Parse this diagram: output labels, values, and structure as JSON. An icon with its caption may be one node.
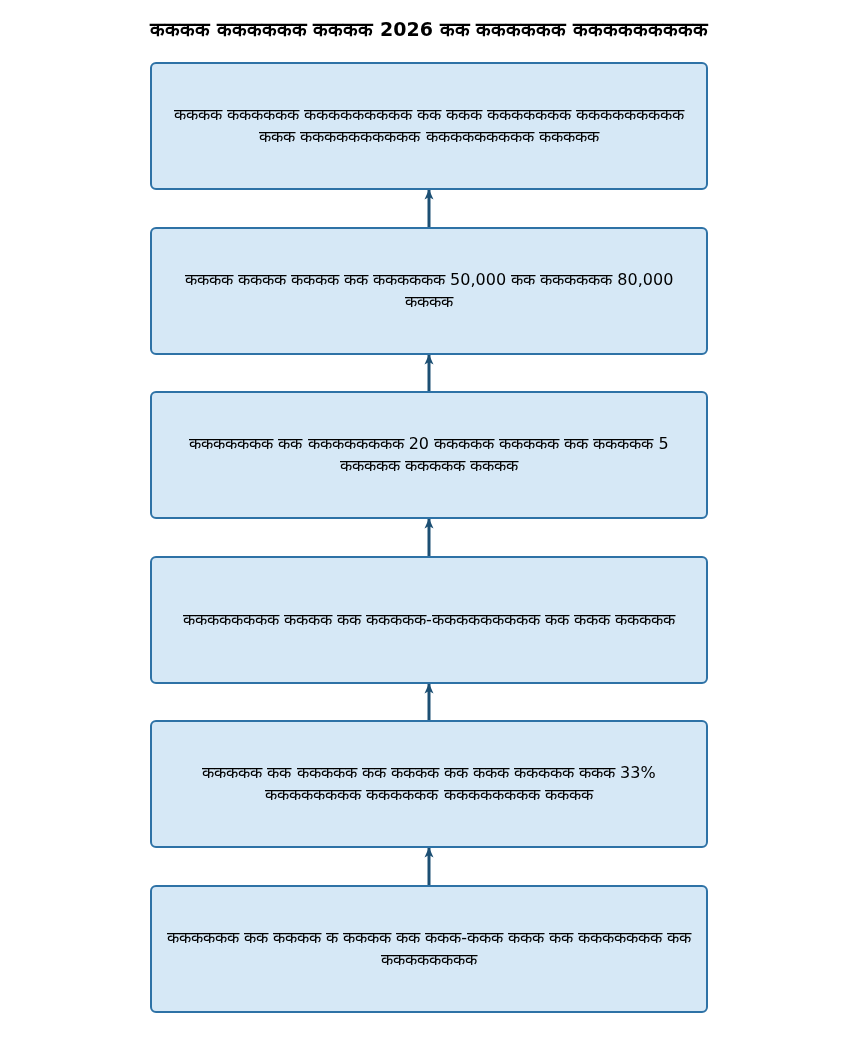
{
  "diagram": {
    "title": "कककक कककककक कककक 2026 कक कककककक ककककककककक",
    "nodes": [
      {
        "text": [
          "कककक कककककक ककककककककक कक ककक ककककककक ककककककककक ककक कककककककककक ककककककककक ककककक"
        ]
      },
      {
        "text": [
          "कककक कककक कककक कक कककककक 50,000 कक कककककक 80,000 कककक"
        ]
      },
      {
        "text": [
          "ककककककक कक कककककककक 20 ककककक ककककक कक ककककक 5 ककककक ककककक कककक"
        ]
      },
      {
        "text": [
          "कककककककक कककक कक ककककक-ककककककककक कक ककक ककककक"
        ]
      },
      {
        "text": [
          "ककककक कक ककककक कक कककक कक ककक ककककक ककक 33% कककककककक कककककक कककककककक कककक"
        ]
      },
      {
        "text": [
          "कककककक कक कककक क कककक कक ककक-ककक ककक कक ककककककक कक कककककककक"
        ]
      }
    ],
    "edges": [
      {
        "from": 1,
        "to": 0,
        "arrow": "to"
      },
      {
        "from": 2,
        "to": 1,
        "arrow": "to"
      },
      {
        "from": 3,
        "to": 2,
        "arrow": "to"
      },
      {
        "from": 4,
        "to": 3,
        "arrow": "to"
      },
      {
        "from": 5,
        "to": 4,
        "arrow": "to"
      }
    ]
  }
}
